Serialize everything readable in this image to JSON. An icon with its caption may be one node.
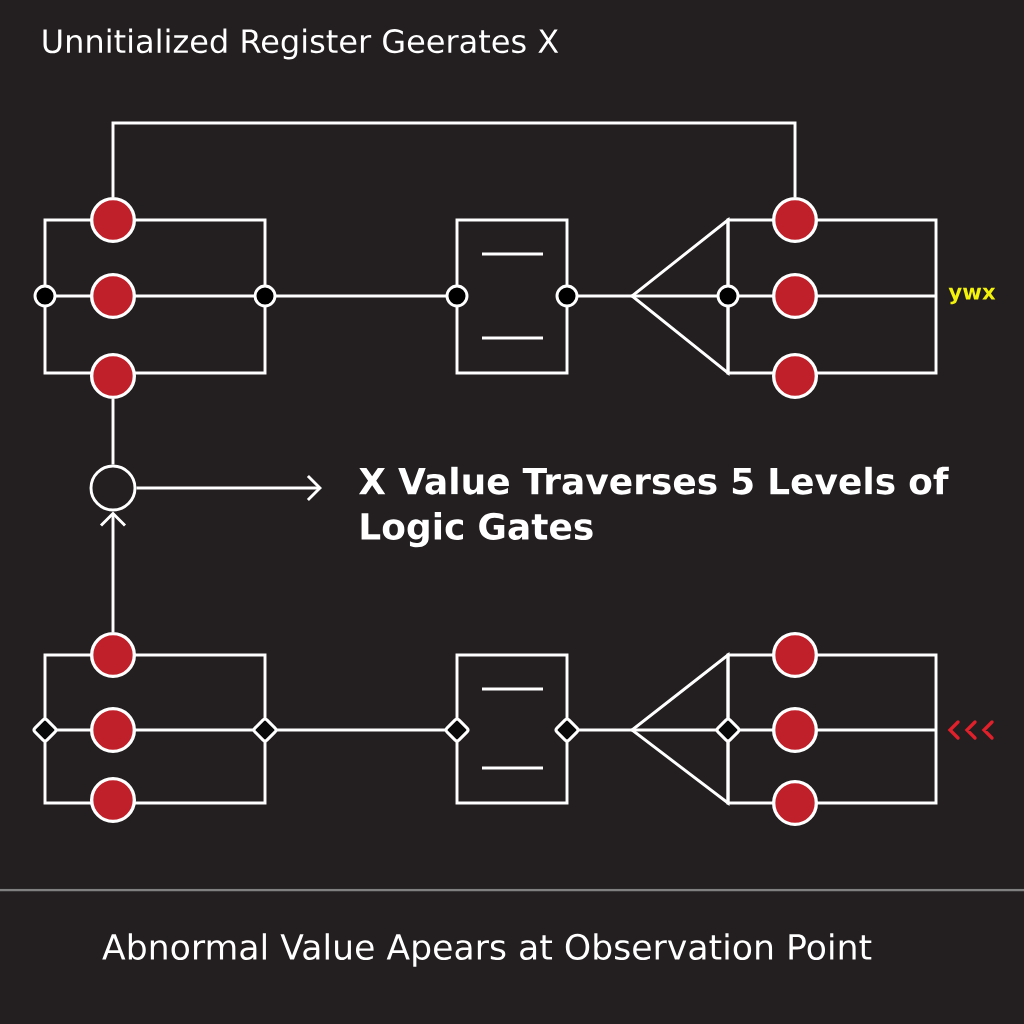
{
  "diagram": {
    "title": "Unnitialized Register Geerates X",
    "caption": "Abnormal Value Apears at Observation Point",
    "nodes": [
      {
        "text": [],
        "shape": "circle"
      },
      {
        "text": [],
        "shape": "circle"
      },
      {
        "text": [],
        "shape": "circle"
      },
      {
        "text": [],
        "shape": "circle"
      },
      {
        "text": [],
        "shape": "circle"
      },
      {
        "text": [],
        "shape": "circle"
      },
      {
        "text": [],
        "shape": "circle"
      },
      {
        "text": [
          "X Value Traverses 5 Levels of Logic Gates"
        ]
      },
      {
        "text": [],
        "shape": "circle"
      },
      {
        "text": [],
        "shape": "circle"
      },
      {
        "text": [],
        "shape": "circle"
      },
      {
        "text": [],
        "shape": "circle"
      },
      {
        "text": [],
        "shape": "circle"
      },
      {
        "text": [],
        "shape": "circle"
      }
    ],
    "edges": [
      {
        "from": 0,
        "to": 1,
        "arrow": "none"
      },
      {
        "from": 4,
        "to": 6,
        "arrow": "none"
      },
      {
        "from": 8,
        "to": 6,
        "arrow": "to"
      },
      {
        "from": 6,
        "to": 7,
        "arrow": "to"
      }
    ],
    "labels": [
      "ywx"
    ]
  }
}
